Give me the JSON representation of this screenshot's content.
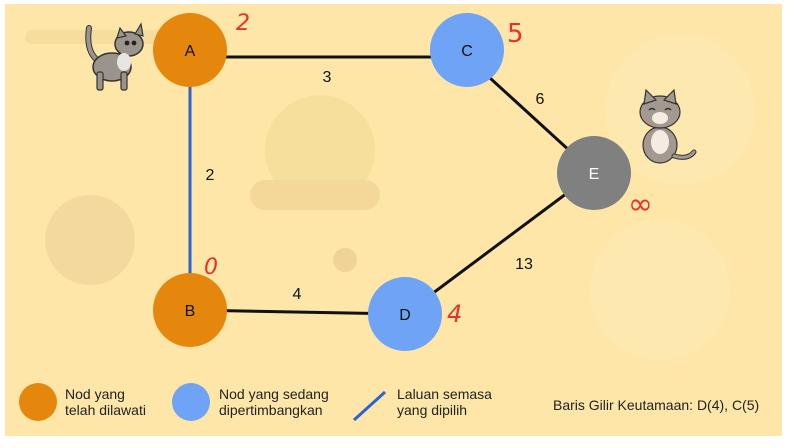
{
  "nodes": [
    {
      "id": "A",
      "label": "A",
      "state": "visited",
      "distance": "2"
    },
    {
      "id": "B",
      "label": "B",
      "state": "visited",
      "distance": "0"
    },
    {
      "id": "C",
      "label": "C",
      "state": "considering",
      "distance": "5"
    },
    {
      "id": "D",
      "label": "D",
      "state": "considering",
      "distance": "4"
    },
    {
      "id": "E",
      "label": "E",
      "state": "unvisited",
      "distance": "∞"
    }
  ],
  "edges": [
    {
      "from": "A",
      "to": "C",
      "weight": "3",
      "selected": false
    },
    {
      "from": "A",
      "to": "B",
      "weight": "2",
      "selected": true
    },
    {
      "from": "C",
      "to": "E",
      "weight": "6",
      "selected": false
    },
    {
      "from": "B",
      "to": "D",
      "weight": "4",
      "selected": false
    },
    {
      "from": "D",
      "to": "E",
      "weight": "13",
      "selected": false
    }
  ],
  "colors": {
    "visited": "#e5870c",
    "considering": "#6ea3f5",
    "unvisited": "#808080",
    "selected_edge": "#2b62d6",
    "edge": "#111111",
    "distance_label": "#e8302c",
    "background": "#fde6a8"
  },
  "legend": {
    "visited_line1": "Nod yang",
    "visited_line2": "telah dilawati",
    "considering_line1": "Nod yang sedang",
    "considering_line2": "dipertimbangkan",
    "path_line1": "Laluan semasa",
    "path_line2": "yang dipilih"
  },
  "priority_queue": "Baris Gilir Keutamaan: D(4), C(5)",
  "icons": [
    "cat-standing-icon",
    "cat-sitting-icon"
  ]
}
